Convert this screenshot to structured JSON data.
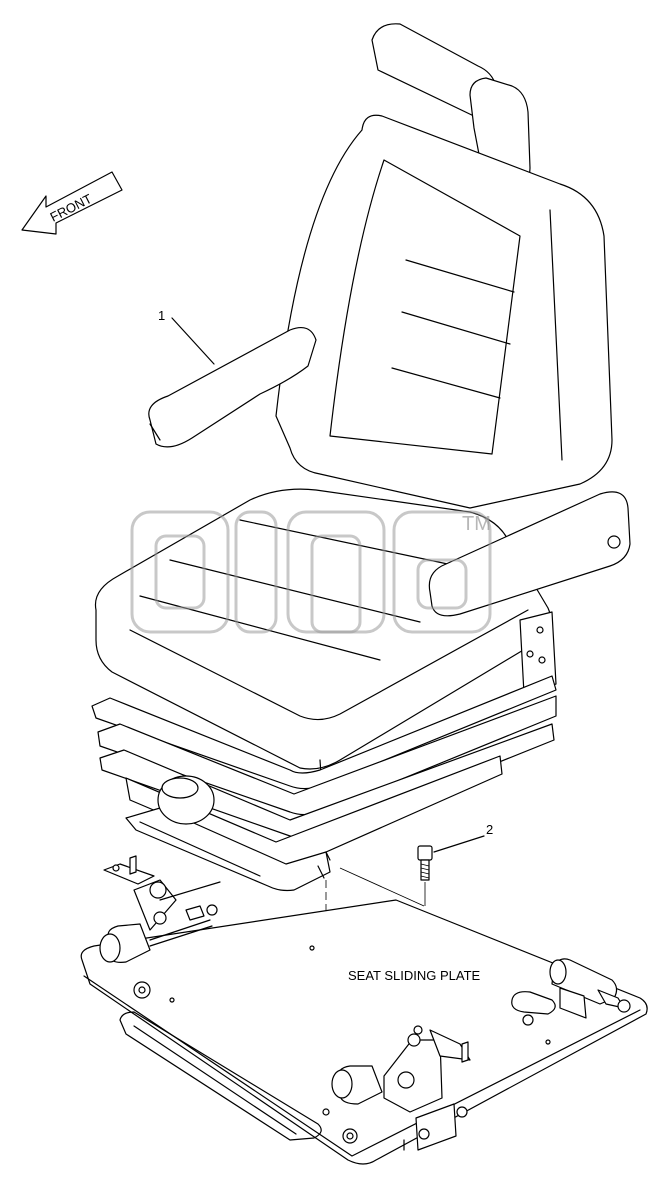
{
  "diagram": {
    "front_label": "FRONT",
    "callouts": [
      {
        "id": "1",
        "text": "1"
      },
      {
        "id": "2",
        "text": "2"
      }
    ],
    "plate_label": "SEAT SLIDING PLATE",
    "watermark_tm": "TM",
    "colors": {
      "ink": "#000000",
      "watermark": "#9a9a9a",
      "background": "#ffffff"
    }
  }
}
